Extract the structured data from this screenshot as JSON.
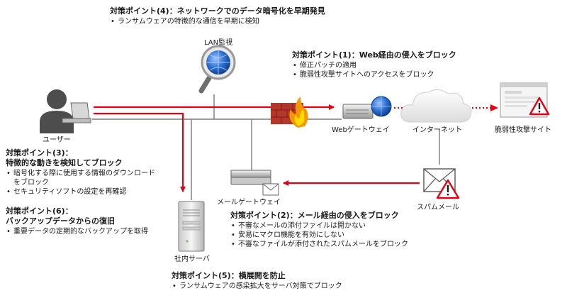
{
  "nodes": {
    "user": "ユーザー",
    "lan": "LAN監視",
    "web_gateway": "Webゲートウェイ",
    "internet": "インターネット",
    "malicious_site": "脆弱性攻撃サイト",
    "mail_gateway": "メールゲートウェイ",
    "spam_mail": "スパムメール",
    "server": "社内サーバ"
  },
  "points": {
    "p4": {
      "title": "対策ポイント(4)：ネットワークでのデータ暗号化を早期発見",
      "items": [
        "ランサムウェアの特徴的な通信を早期に検知"
      ]
    },
    "p1": {
      "title": "対策ポイント(1)：Web経由の侵入をブロック",
      "items": [
        "修正パッチの適用",
        "脆弱性攻撃サイトへのアクセスをブロック"
      ]
    },
    "p3": {
      "title": "対策ポイント(3)：",
      "title2": "特徴的な動きを検知してブロック",
      "items": [
        "暗号化する際に使用する情報のダウンロード",
        "をブロック",
        "セキュリティソフトの設定を再確認"
      ]
    },
    "p6": {
      "title": "対策ポイント(6)：",
      "title2": "バックアップデータからの復旧",
      "items": [
        "重要データの定期的なバックアップを取得"
      ]
    },
    "p2": {
      "title": "対策ポイント(2)：メール経由の侵入をブロック",
      "items": [
        "不審なメールの添付ファイルは開かない",
        "安易にマクロ機能を有効にしない",
        "不審なファイルが添付されたスパムメールをブロック"
      ]
    },
    "p5": {
      "title": "対策ポイント(5)：横展開を防止",
      "items": [
        "ランサムウェアの感染拡大をサーバ対策でブロック"
      ]
    }
  },
  "colors": {
    "attack_red": "#e60012",
    "line_gray": "#7a7a7a",
    "person_gray": "#4d4d4d",
    "globe_blue": "#1e5ab4"
  },
  "icons": [
    "person-icon",
    "laptop-icon",
    "magnifier-globe-icon",
    "firewall-icon",
    "fire-icon",
    "router-icon",
    "globe-icon",
    "cloud-icon",
    "browser-window-icon",
    "warning-icon",
    "envelope-icon",
    "rack-server-icon"
  ]
}
